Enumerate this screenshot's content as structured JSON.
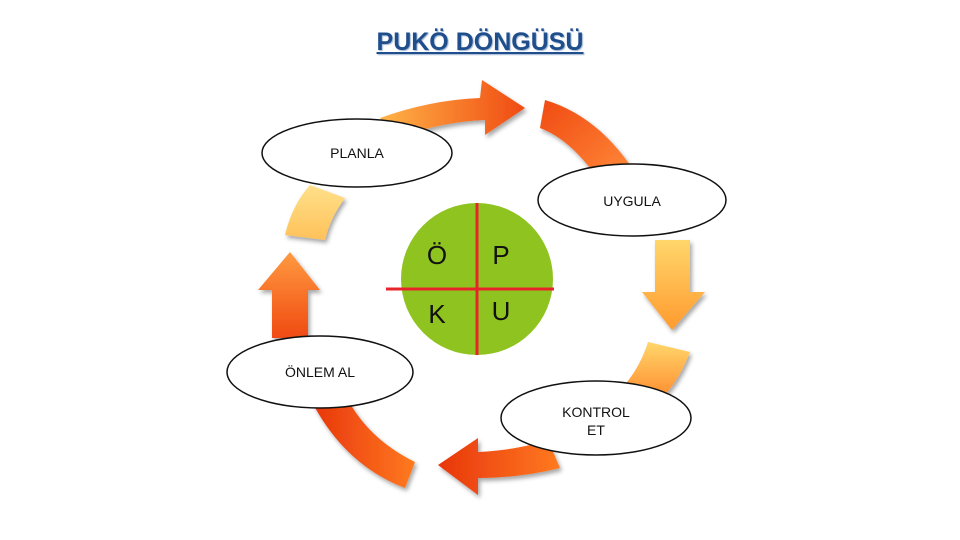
{
  "title": "PUKÖ DÖNGÜSÜ",
  "steps": {
    "plan": "PLANLA",
    "do": "UYGULA",
    "check_line1": "KONTROL",
    "check_line2": "ET",
    "act": "ÖNLEM AL"
  },
  "center_quadrants": {
    "top_left": "Ö",
    "top_right": "P",
    "bottom_left": "K",
    "bottom_right": "U"
  },
  "colors": {
    "title": "#1f4e8c",
    "arrow_dark": "#f04a12",
    "arrow_light": "#ffd66b",
    "circle_fill": "#8fc31f",
    "divider": "#e8242b",
    "ellipse_stroke": "#111111"
  }
}
